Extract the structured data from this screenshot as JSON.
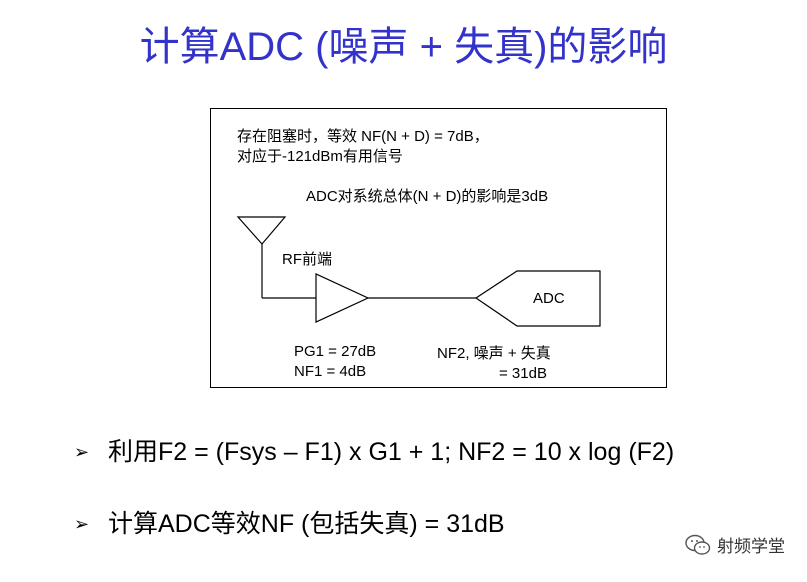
{
  "title": "计算ADC (噪声 + 失真)的影响",
  "diagram": {
    "note_line1": "存在阻塞时，等效 NF(N + D) = 7dB，",
    "note_line2": "对应于-121dBm有用信号",
    "effect_text": "ADC对系统总体(N + D)的影响是3dB",
    "rf_label": "RF前端",
    "adc_label": "ADC",
    "pg1": "PG1 = 27dB",
    "nf1": "NF1 = 4dB",
    "nf2_line1": "NF2,   噪声 + 失真",
    "nf2_line2": "= 31dB"
  },
  "bullets": [
    {
      "symbol": "➢",
      "text": "利用F2 = (Fsys – F1) x G1 + 1; NF2 = 10 x log (F2)"
    },
    {
      "symbol": "➢",
      "text": "计算ADC等效NF (包括失真) = 31dB"
    }
  ],
  "watermark": {
    "text": "射频学堂",
    "icon": "wechat-icon"
  },
  "colors": {
    "title": "#3333cc"
  }
}
